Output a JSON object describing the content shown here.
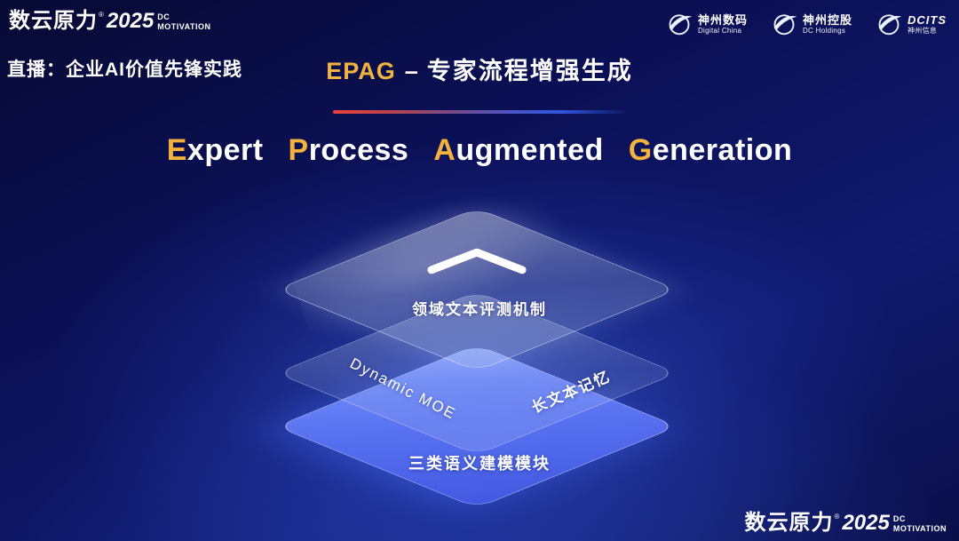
{
  "brand": {
    "name": "数云原力",
    "reg": "®",
    "year": "2025",
    "sub_top": "DC",
    "sub_bottom": "MOTIVATION"
  },
  "header": {
    "live_label": "直播：企业AI价值先锋实践",
    "title": {
      "abbr": "EPAG",
      "separator": "–",
      "zh": "专家流程增强生成"
    }
  },
  "partner_logos": [
    {
      "icon": "digital-china-swoosh-icon",
      "line1": "神州数码",
      "line2": "Digital China"
    },
    {
      "icon": "dc-holdings-swoosh-icon",
      "line1": "神州控股",
      "line2": "DC Holdings"
    },
    {
      "icon": "dcits-swoosh-icon",
      "line1": "DCITS",
      "line2": "神州信息"
    }
  ],
  "main_title": {
    "words": [
      {
        "lead": "E",
        "rest": "xpert"
      },
      {
        "lead": "P",
        "rest": "rocess"
      },
      {
        "lead": "A",
        "rest": "ugmented"
      },
      {
        "lead": "G",
        "rest": "eneration"
      }
    ]
  },
  "diagram": {
    "top_layer": {
      "icon": "chevron-up-icon",
      "label": "领域文本评测机制"
    },
    "middle_layer": {
      "left_label": "Dynamic MOE",
      "right_label": "长文本记忆"
    },
    "bottom_layer": {
      "label": "三类语义建模模块"
    }
  },
  "colors": {
    "accent_gold": "#f2b23e",
    "layer_blue": "#5a74f2",
    "background_navy": "#0b1055",
    "divider_red": "#ee4238",
    "divider_blue": "#2f55dd"
  }
}
